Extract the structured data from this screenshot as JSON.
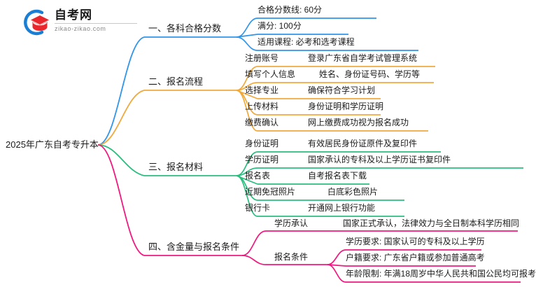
{
  "logo": {
    "name": "zikao-logo",
    "title": "自考网",
    "domain": "zikao-zikao.com"
  },
  "colors": {
    "branch1": "#2f95ea",
    "branch2": "#f0a93b",
    "branch3": "#2bbd7e",
    "branch4": "#f0197f",
    "text": "#1b1b1b",
    "background": "#ffffff"
  },
  "mindmap": {
    "root": {
      "label": "2025年广东自考专升本"
    },
    "branches": [
      {
        "label": "一、各科合格分数",
        "color": "#2f95ea",
        "children": [
          {
            "label": "合格分数线: 60分",
            "children": []
          },
          {
            "label": "满分: 100分",
            "children": []
          },
          {
            "label": "适用课程: 必考和选考课程",
            "children": []
          }
        ]
      },
      {
        "label": "二、报名流程",
        "color": "#f0a93b",
        "children": [
          {
            "label": "注册账号",
            "children": [
              {
                "label": "登录广东省自学考试管理系统"
              }
            ]
          },
          {
            "label": "填写个人信息",
            "children": [
              {
                "label": "姓名、身份证号码、学历等"
              }
            ]
          },
          {
            "label": "选择专业",
            "children": [
              {
                "label": "确保符合学习计划"
              }
            ]
          },
          {
            "label": "上传材料",
            "children": [
              {
                "label": "身份证明和学历证明"
              }
            ]
          },
          {
            "label": "缴费确认",
            "children": [
              {
                "label": "网上缴费成功视为报名成功"
              }
            ]
          }
        ]
      },
      {
        "label": "三、报名材料",
        "color": "#2bbd7e",
        "children": [
          {
            "label": "身份证明",
            "children": [
              {
                "label": "有效居民身份证原件及复印件"
              }
            ]
          },
          {
            "label": "学历证明",
            "children": [
              {
                "label": "国家承认的专科及以上学历证书复印件"
              }
            ]
          },
          {
            "label": "报名表",
            "children": [
              {
                "label": "自考报名表下载"
              }
            ]
          },
          {
            "label": "近期免冠照片",
            "children": [
              {
                "label": "白底彩色照片"
              }
            ]
          },
          {
            "label": "银行卡",
            "children": [
              {
                "label": "开通网上银行功能"
              }
            ]
          }
        ]
      },
      {
        "label": "四、含金量与报名条件",
        "color": "#f0197f",
        "children": [
          {
            "label": "学历承认",
            "children": [
              {
                "label": "国家正式承认，法律效力与全日制本科学历相同"
              }
            ]
          },
          {
            "label": "报名条件",
            "children": [
              {
                "label": "学历要求: 国家认可的专科及以上学历"
              },
              {
                "label": "户籍要求: 广东省户籍或参加普通高考"
              },
              {
                "label": "年龄限制: 年满18周岁中华人民共和国公民均可报考"
              }
            ]
          }
        ]
      }
    ]
  }
}
